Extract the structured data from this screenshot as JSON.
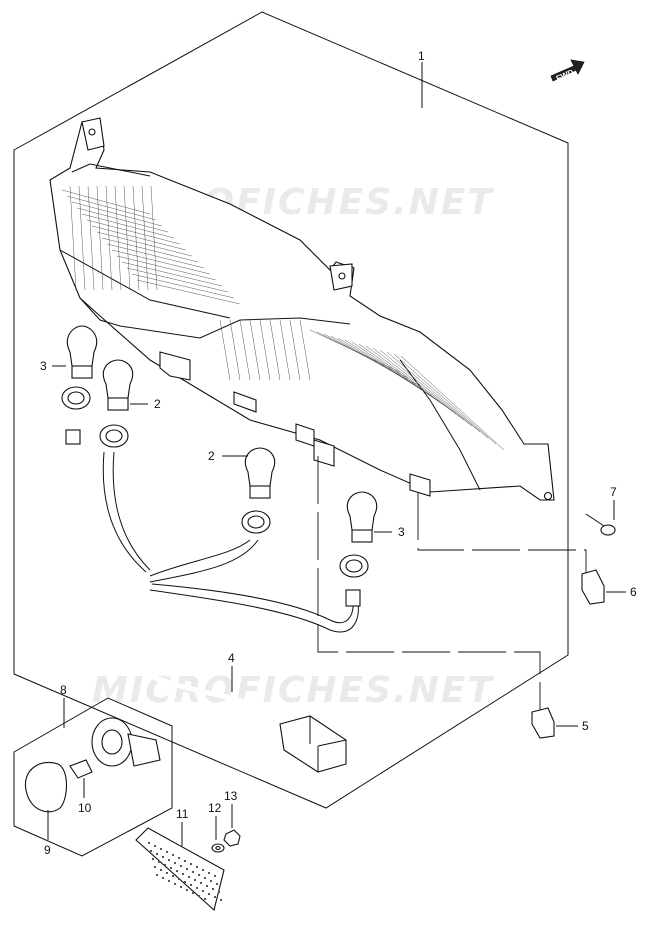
{
  "watermarks": [
    "MICROFICHES.NET",
    "MICROFICHES.NET"
  ],
  "fwd_badge": "FWD",
  "callouts": [
    {
      "id": "c1",
      "text": "1"
    },
    {
      "id": "c2a",
      "text": "2"
    },
    {
      "id": "c2b",
      "text": "2"
    },
    {
      "id": "c3a",
      "text": "3"
    },
    {
      "id": "c3b",
      "text": "3"
    },
    {
      "id": "c4",
      "text": "4"
    },
    {
      "id": "c5",
      "text": "5"
    },
    {
      "id": "c6",
      "text": "6"
    },
    {
      "id": "c7",
      "text": "7"
    },
    {
      "id": "c8",
      "text": "8"
    },
    {
      "id": "c9",
      "text": "9"
    },
    {
      "id": "c10",
      "text": "10"
    },
    {
      "id": "c11",
      "text": "11"
    },
    {
      "id": "c12",
      "text": "12"
    },
    {
      "id": "c13",
      "text": "13"
    }
  ]
}
